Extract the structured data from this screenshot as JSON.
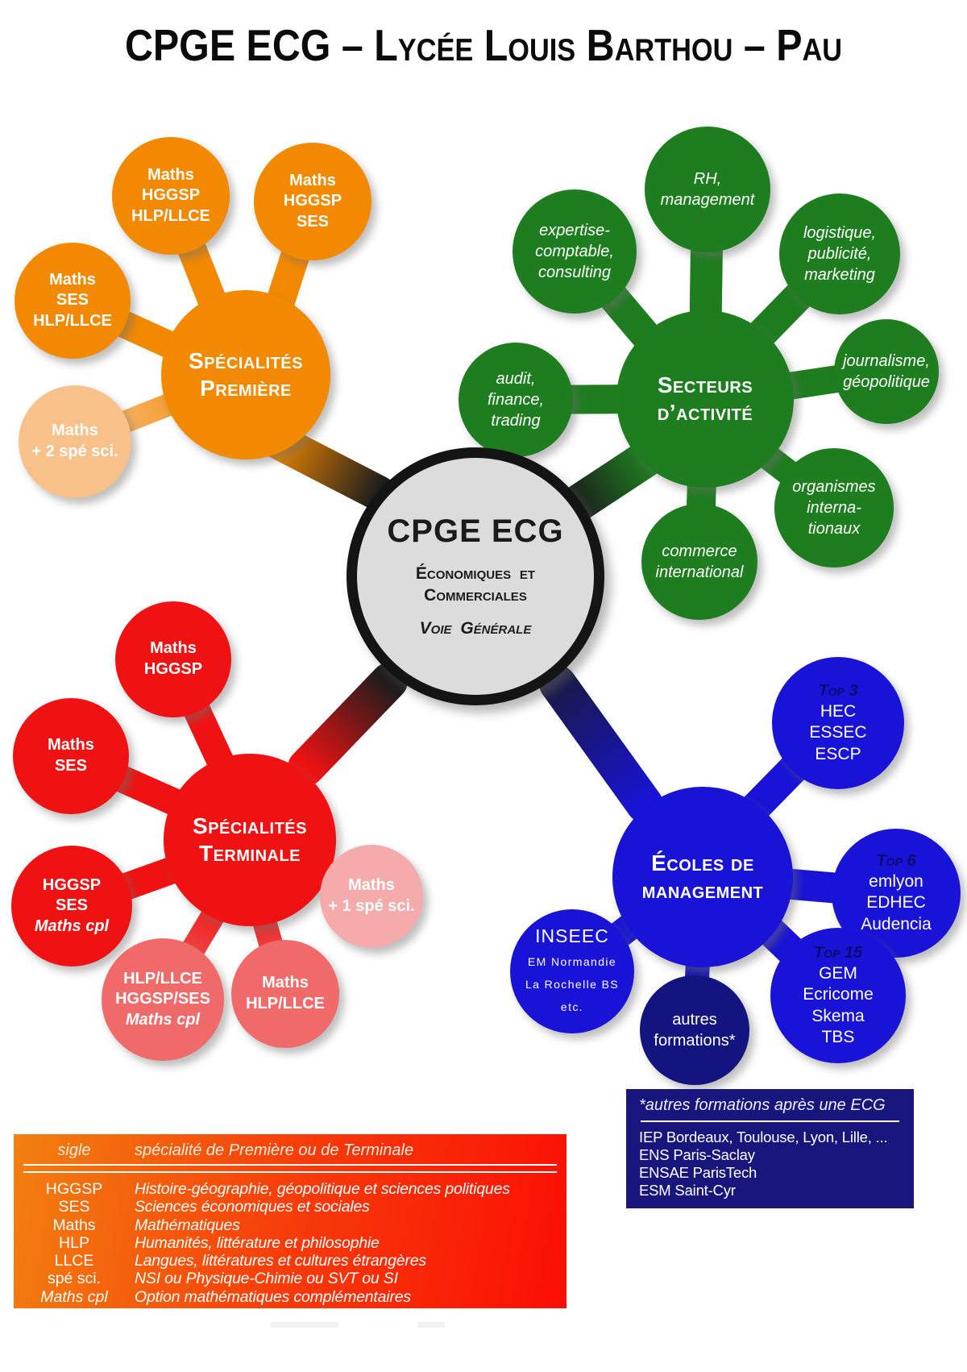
{
  "title": "CPGE ECG – Lycée Louis Barthou – Pau",
  "center": {
    "name": "CPGE ECG",
    "line1": "Économiques et\nCommerciales",
    "line2": "Voie Générale"
  },
  "clusters": {
    "premiere": {
      "hub": "Spécialités\nPremière",
      "color": "#f28900",
      "satellites": [
        {
          "label": "Maths\nHGGSP\nHLP/LLCE"
        },
        {
          "label": "Maths\nHGGSP\nSES"
        },
        {
          "label": "Maths\nSES\nHLP/LLCE"
        },
        {
          "label": "Maths\n+ 2 spé sci.",
          "color": "#f8c189"
        }
      ]
    },
    "secteurs": {
      "hub": "Secteurs\nd’activité",
      "color": "#1e7d1f",
      "satellites": [
        {
          "label": "RH,\nmanagement"
        },
        {
          "label": "expertise-\ncomptable,\nconsulting"
        },
        {
          "label": "logistique,\npublicité,\nmarketing"
        },
        {
          "label": "audit,\nfinance,\ntrading"
        },
        {
          "label": "journalisme,\ngéopolitique"
        },
        {
          "label": "organismes\ninterna-\ntionaux"
        },
        {
          "label": "commerce\ninternational"
        }
      ]
    },
    "terminale": {
      "hub": "Spécialités\nTerminale",
      "color": "#f01212",
      "satellites": [
        {
          "label": "Maths\nHGGSP"
        },
        {
          "label": "Maths\nSES"
        },
        {
          "label": "HGGSP\nSES",
          "italic": "Maths cpl"
        },
        {
          "label": "HLP/LLCE\nHGGSP/SES",
          "italic": "Maths cpl",
          "color": "#f16a6a"
        },
        {
          "label": "Maths\nHLP/LLCE",
          "color": "#f16a6a"
        },
        {
          "label": "Maths\n+ 1 spé sci.",
          "color": "#f5abab"
        }
      ]
    },
    "ecoles": {
      "hub": "Écoles de\nmanagement",
      "color": "#1813d6",
      "satellites": [
        {
          "top": "Top 3",
          "label": "HEC\nESSEC\nESCP"
        },
        {
          "top": "Top 6",
          "label": "emlyon\nEDHEC\nAudencia"
        },
        {
          "top": "Top 15",
          "label": "GEM\nEcricome\nSkema\nTBS"
        },
        {
          "label": "INSEEC",
          "small": "EM Normandie\nLa Rochelle BS\netc."
        },
        {
          "label": "autres\nformations*",
          "color": "#141480"
        }
      ]
    }
  },
  "legend": {
    "header": {
      "col1": "sigle",
      "col2": "spécialité de Première ou de Terminale"
    },
    "rows": [
      {
        "sigle": "HGGSP",
        "def": "Histoire-géographie, géopolitique et sciences politiques"
      },
      {
        "sigle": "SES",
        "def": "Sciences économiques et sociales"
      },
      {
        "sigle": "Maths",
        "def": "Mathématiques"
      },
      {
        "sigle": "HLP",
        "def": "Humanités, littérature et philosophie"
      },
      {
        "sigle": "LLCE",
        "def": "Langues, littératures et cultures étrangères"
      },
      {
        "sigle": "spé sci.",
        "def": "NSI ou Physique-Chimie ou SVT ou SI"
      },
      {
        "sigle": "Maths cpl",
        "def": "Option mathématiques complémentaires"
      }
    ]
  },
  "footnote": {
    "header": "*autres formations après une ECG",
    "items": [
      "IEP Bordeaux, Toulouse, Lyon, Lille, ...",
      "ENS Paris-Saclay",
      "ENSAE ParisTech",
      "ESM Saint-Cyr"
    ]
  },
  "palette": {
    "orange": "#f28900",
    "orange_light": "#f8c189",
    "green": "#1e7d1f",
    "red": "#f01212",
    "salmon": "#f16a6a",
    "pink": "#f5abab",
    "blue": "#1813d6",
    "navy": "#141480",
    "center_fill": "#dcdcdc",
    "center_ring": "#141414",
    "legend_gradient_left": "#f2800f",
    "legend_gradient_right": "#fb0e03",
    "footnote_bg": "#18157d"
  }
}
